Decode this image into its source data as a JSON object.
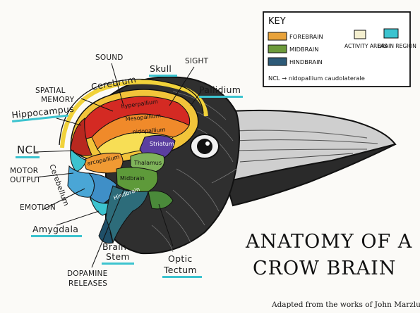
{
  "title_line1": "ANATOMY OF A",
  "title_line2": "CROW BRAIN",
  "credit": "Adapted from the works of John Marzluff",
  "key": {
    "title": "KEY",
    "items": [
      {
        "label": "FOREBRAIN",
        "color": "#e8a23a"
      },
      {
        "label": "MIDBRAIN",
        "color": "#6c9a3a"
      },
      {
        "label": "HINDBRAIN",
        "color": "#2d5a78"
      },
      {
        "label": "ACTIVITY AREAS",
        "color": "#f4efcf"
      },
      {
        "label": "BRAIN REGION",
        "color": "#3cc3cf"
      }
    ],
    "ncl_note": "NCL → nidopallium caudolaterale"
  },
  "outer_labels": {
    "sound": "SOUND",
    "sight": "SIGHT",
    "cerebrum": "Cerebrum",
    "skull": "Skull",
    "pallidium": "Pallidium",
    "spatial_memory_1": "SPATIAL",
    "spatial_memory_2": "MEMORY",
    "hippocampus": "Hippocampus",
    "ncl": "NCL",
    "motor_output_1": "MOTOR",
    "motor_output_2": "OUTPUT",
    "cerebellum": "Cerebellum",
    "emotion": "EMOTION",
    "amygdala": "Amygdala",
    "brain_stem_1": "Brain",
    "brain_stem_2": "Stem",
    "optic_tectum_1": "Optic",
    "optic_tectum_2": "Tectum",
    "dopamine_1": "DOPAMINE",
    "dopamine_2": "RELEASES"
  },
  "inner_labels": {
    "hyperpallium": "hyperpallium",
    "mesopallium": "Mesopallium",
    "nidopallium": "nidopallium",
    "striatum": "Striatum",
    "arcopallium": "arcopallium",
    "thalamus": "Thalamus",
    "midbrain": "Midbrain",
    "hindbrain": "Hindbrain"
  }
}
